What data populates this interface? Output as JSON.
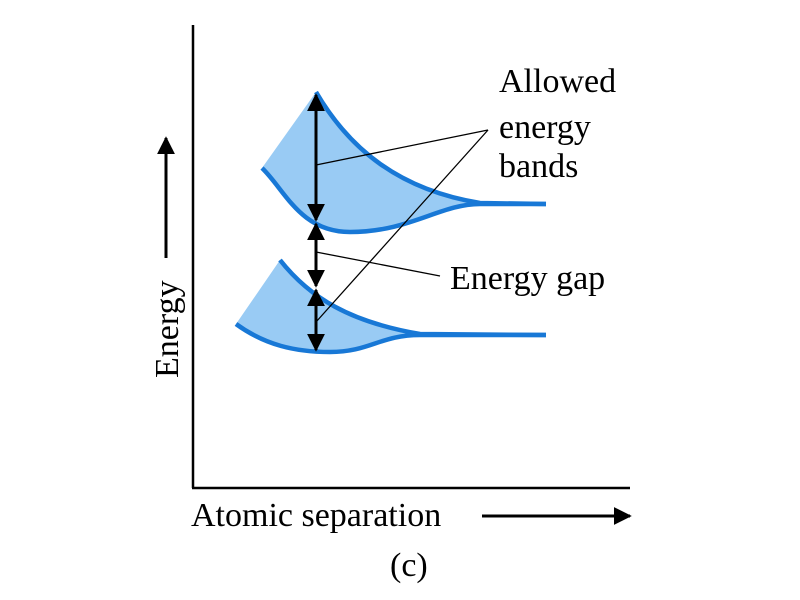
{
  "labels": {
    "y_axis": "Energy",
    "x_axis": "Atomic separation",
    "allowed_bands_line1": "Allowed",
    "allowed_bands_line2": "energy",
    "allowed_bands_line3": "bands",
    "energy_gap": "Energy gap",
    "panel": "(c)"
  },
  "colors": {
    "band_fill": "#99CBF4",
    "band_edge": "#1878D6",
    "axis": "#000000"
  }
}
